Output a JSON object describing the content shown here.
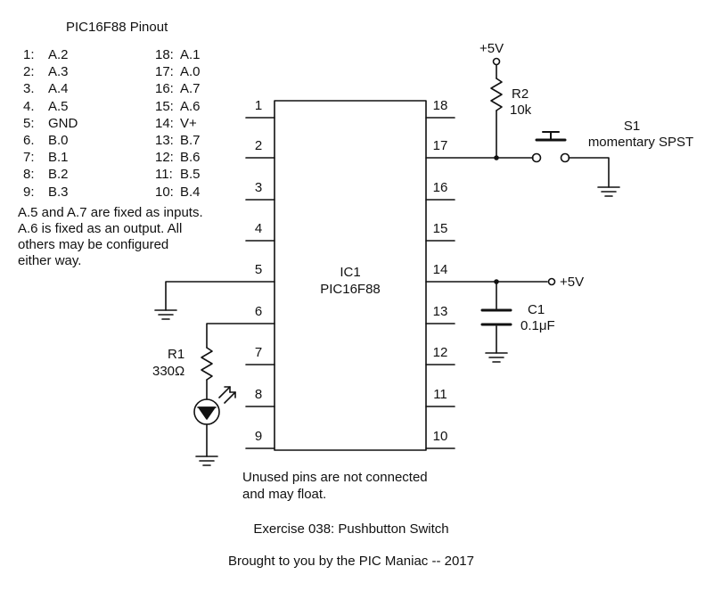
{
  "pinout": {
    "title": "PIC16F88 Pinout",
    "left": [
      {
        "num": "1:",
        "name": "A.2"
      },
      {
        "num": "2:",
        "name": "A.3"
      },
      {
        "num": "3.",
        "name": "A.4"
      },
      {
        "num": "4.",
        "name": "A.5"
      },
      {
        "num": "5:",
        "name": "GND"
      },
      {
        "num": "6.",
        "name": "B.0"
      },
      {
        "num": "7:",
        "name": "B.1"
      },
      {
        "num": "8:",
        "name": "B.2"
      },
      {
        "num": "9:",
        "name": "B.3"
      }
    ],
    "right": [
      {
        "num": "18:",
        "name": "A.1"
      },
      {
        "num": "17:",
        "name": "A.0"
      },
      {
        "num": "16:",
        "name": "A.7"
      },
      {
        "num": "15:",
        "name": "A.6"
      },
      {
        "num": "14:",
        "name": "V+"
      },
      {
        "num": "13:",
        "name": "B.7"
      },
      {
        "num": "12:",
        "name": "B.6"
      },
      {
        "num": "11:",
        "name": "B.5"
      },
      {
        "num": "10:",
        "name": "B.4"
      }
    ]
  },
  "note": {
    "lines": [
      "A.5 and A.7 are fixed as inputs.",
      "A.6 is fixed as an output. All",
      "others may be configured",
      "either way."
    ]
  },
  "ic": {
    "ref": "IC1",
    "part": "PIC16F88",
    "left_pins": [
      "1",
      "2",
      "3",
      "4",
      "5",
      "6",
      "7",
      "8",
      "9"
    ],
    "right_pins": [
      "18",
      "17",
      "16",
      "15",
      "14",
      "13",
      "12",
      "11",
      "10"
    ]
  },
  "r1": {
    "ref": "R1",
    "value": "330Ω"
  },
  "r2": {
    "ref": "R2",
    "value": "10k"
  },
  "s1": {
    "ref": "S1",
    "desc": "momentary SPST"
  },
  "c1": {
    "ref": "C1",
    "value": "0.1μF"
  },
  "supply_top": "+5V",
  "supply_right": "+5V",
  "unused": {
    "line1": "Unused pins are not connected",
    "line2": "and may float."
  },
  "exercise": "Exercise 038: Pushbutton Switch",
  "credit": "Brought to you by the PIC Maniac -- 2017"
}
